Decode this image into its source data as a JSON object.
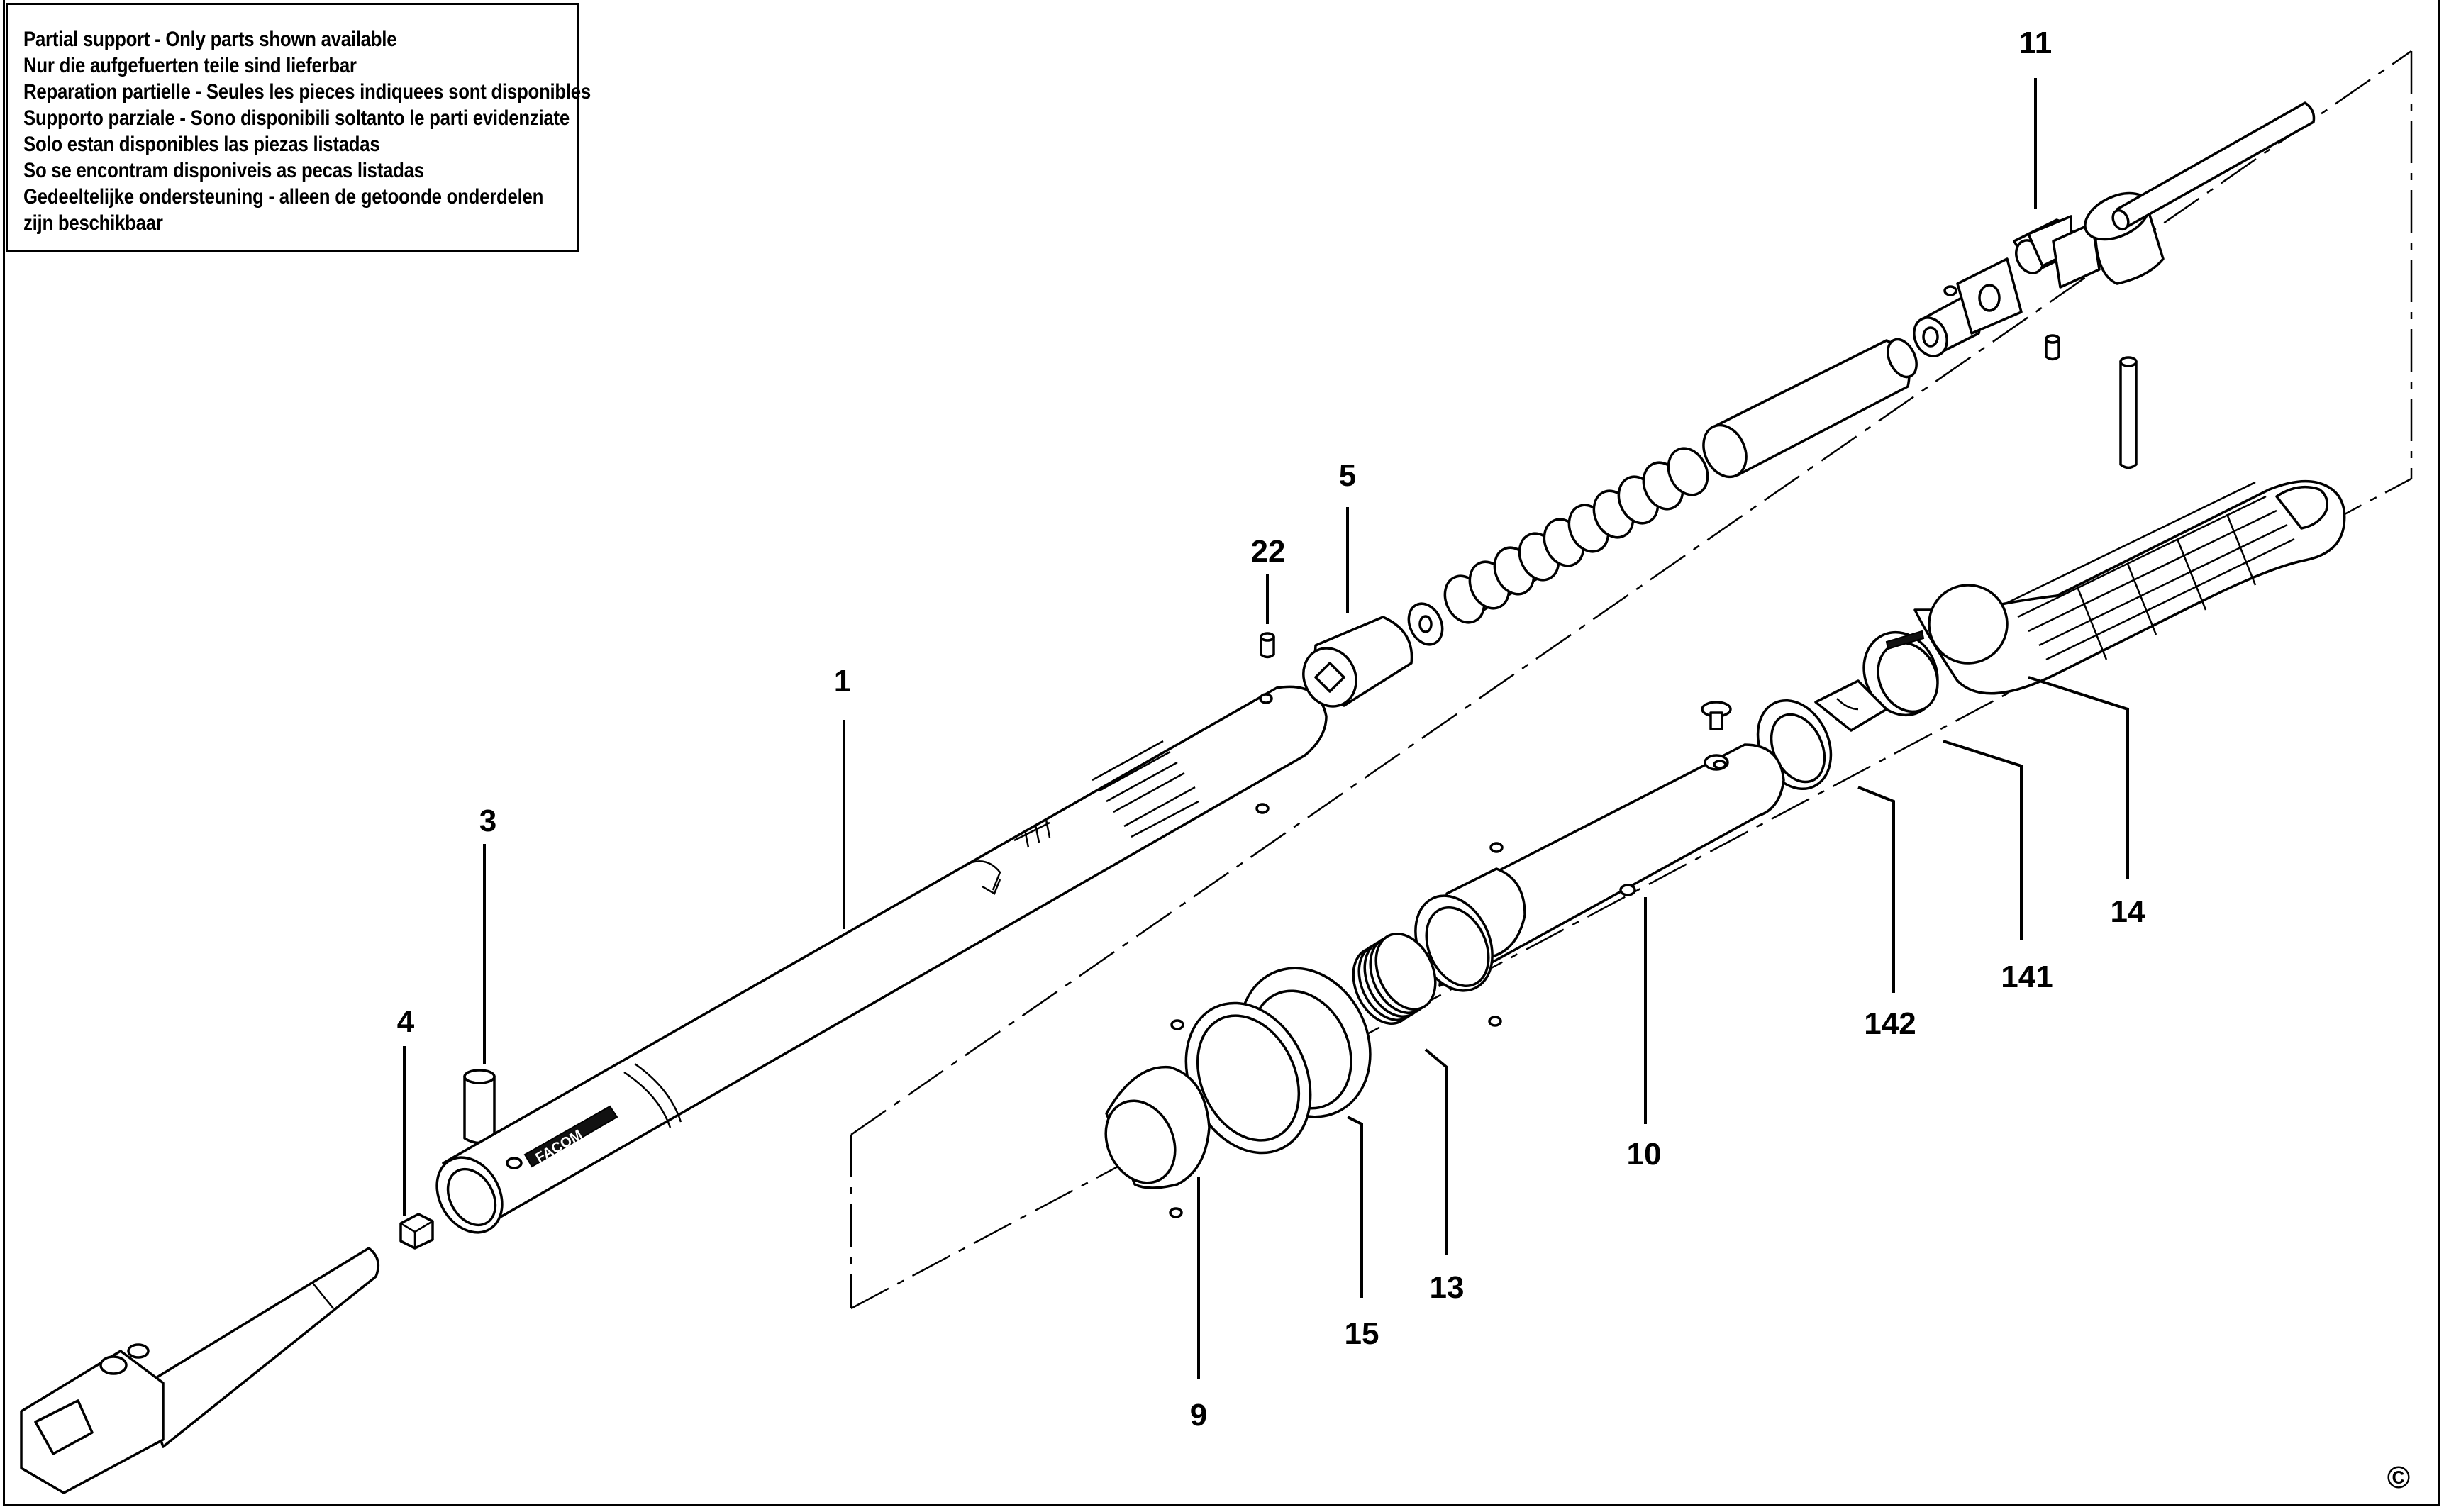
{
  "notice": {
    "lines": [
      "Partial support - Only parts shown available",
      "Nur die aufgefuerten teile sind lieferbar",
      "Reparation partielle - Seules les pieces indiquees sont disponibles",
      "Supporto parziale - Sono disponibili soltanto le parti evidenziate",
      "Solo estan disponibles las piezas listadas",
      "So se encontram disponiveis as pecas listadas",
      "Gedeeltelijke ondersteuning - alleen de getoonde onderdelen",
      "zijn beschikbaar"
    ]
  },
  "callouts": {
    "p1": "1",
    "p3": "3",
    "p4": "4",
    "p5": "5",
    "p9": "9",
    "p10": "10",
    "p11": "11",
    "p13": "13",
    "p14": "14",
    "p15": "15",
    "p22": "22",
    "p141": "141",
    "p142": "142"
  },
  "copyright_symbol": "©",
  "brand_marking": "FACOM"
}
